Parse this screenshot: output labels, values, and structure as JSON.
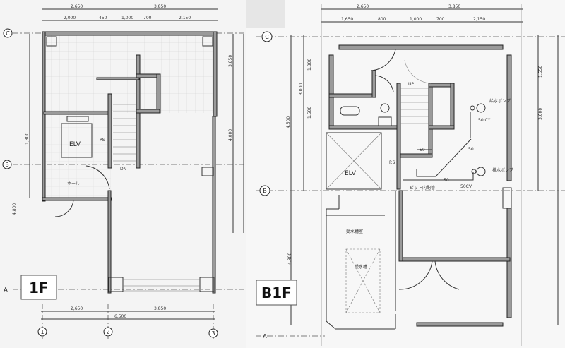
{
  "panels": {
    "first_floor": {
      "label": "1F",
      "elevator": "ELV",
      "ps": "PS",
      "stair_down": "DN",
      "hall": "ホール",
      "dims_top": [
        "2,650",
        "3,850"
      ],
      "dims_top_sub": [
        "2,000",
        "450",
        "1,000",
        "700",
        "2,150"
      ],
      "dims_bottom": [
        "2,650",
        "3,850",
        "6,500"
      ],
      "dims_side": [
        "4,800",
        "1,800",
        "3,850",
        "4,000"
      ],
      "grid_rows": [
        "C",
        "B",
        "A"
      ],
      "grid_cols": [
        "1",
        "2",
        "3"
      ]
    },
    "basement": {
      "label": "B1F",
      "elevator": "ELV",
      "ps": "P.S",
      "stair_up": "UP",
      "pipe_size_1": "50 CY",
      "pipe_size_2": "50",
      "pipe_size_3": "50",
      "pipe_size_4": "50",
      "pipe_size_5": "50CV",
      "pit_piping": "ピット内配管",
      "water_supply": "給水ポンプ",
      "drain": "排水ポンプ",
      "room_label": "受水槽室",
      "tank_label": "受水槽",
      "dims_top": [
        "2,650",
        "3,850"
      ],
      "dims_top_sub": [
        "1,650",
        "800",
        "1,000",
        "700",
        "2,150"
      ],
      "dims_side": [
        "1,800",
        "3,000",
        "1,500",
        "4,500",
        "4,800",
        "1,550",
        "3,000"
      ],
      "grid_rows": [
        "C",
        "B",
        "A"
      ]
    }
  }
}
